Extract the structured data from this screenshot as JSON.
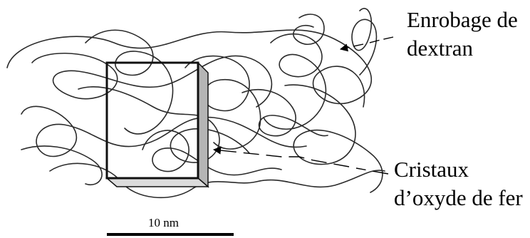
{
  "labels": {
    "dextran_line1": "Enrobage de",
    "dextran_line2": "dextran",
    "iron_line1": "Cristaux",
    "iron_line2": "d’oxyde de fer"
  },
  "scale_bar": {
    "label": "10 nm"
  },
  "colors": {
    "strands": "#2a2a2a",
    "crystal_outline": "#111111",
    "crystal_side": "#b5b5b5"
  }
}
